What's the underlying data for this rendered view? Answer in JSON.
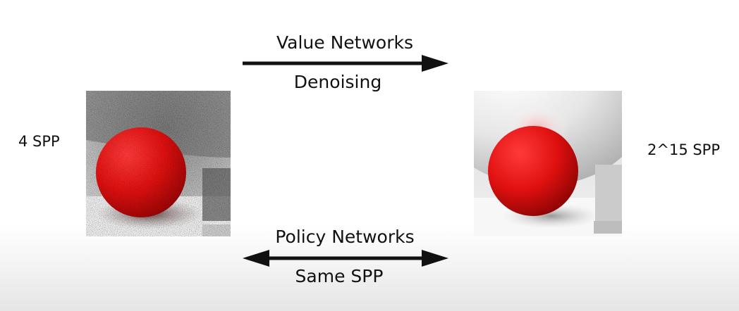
{
  "top_arrow": {
    "label_above": "Value Networks",
    "label_below": "Denoising",
    "direction": "right"
  },
  "bottom_arrow": {
    "label_above": "Policy Networks",
    "label_below": "Same SPP",
    "direction": "both"
  },
  "left_render": {
    "label": "4 SPP",
    "description": "noisy-render"
  },
  "right_render": {
    "label": "2^15 SPP",
    "description": "converged-render"
  },
  "colors": {
    "sphere": "#e01010",
    "arrow": "#111111",
    "text": "#111111"
  }
}
